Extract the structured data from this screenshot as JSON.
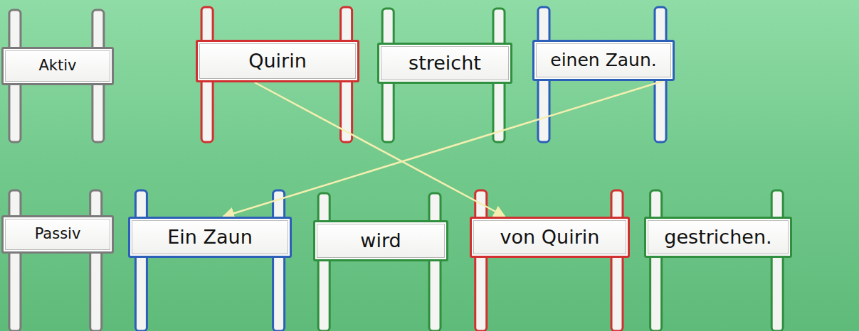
{
  "diagram": {
    "nodes": [
      {
        "text": [
          "Aktiv"
        ]
      },
      {
        "text": [
          "Quirin"
        ]
      },
      {
        "text": [
          "streicht"
        ]
      },
      {
        "text": [
          "einen Zaun."
        ]
      },
      {
        "text": [
          "Passiv"
        ]
      },
      {
        "text": [
          "Ein Zaun"
        ]
      },
      {
        "text": [
          "wird"
        ]
      },
      {
        "text": [
          "von Quirin"
        ]
      },
      {
        "text": [
          "gestrichen."
        ]
      }
    ],
    "edges": [
      {
        "from": 1,
        "to": 7,
        "arrow": "to"
      },
      {
        "from": 3,
        "to": 5,
        "arrow": "to"
      }
    ]
  }
}
